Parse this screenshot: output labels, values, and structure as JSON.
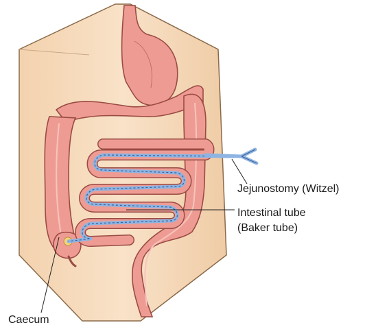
{
  "labels": {
    "jejunostomy": "Jejunostomy (Witzel)",
    "intestinal_tube_line1": "Intestinal tube",
    "intestinal_tube_line2": "(Baker tube)",
    "caecum": "Caecum"
  },
  "colors": {
    "background_panel": "#f6dcbe",
    "panel_outline": "#8a6a4a",
    "bowel_fill": "#ee9c93",
    "bowel_outline": "#9a4b44",
    "tube_blue": "#8db4e2"
  }
}
